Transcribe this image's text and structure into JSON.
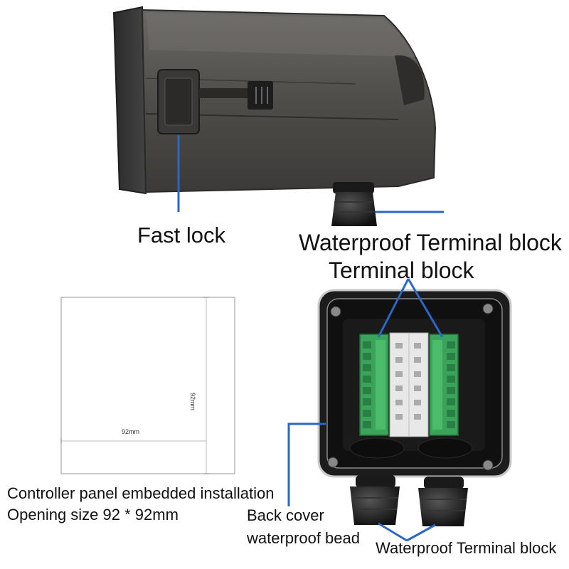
{
  "labels": {
    "fast_lock": "Fast lock",
    "waterproof_terminal_block_top": "Waterproof Terminal block",
    "terminal_block": "Terminal block",
    "controller_line1": "Controller panel embedded installation",
    "controller_line2": "Opening size 92 * 92mm",
    "back_cover_line1": "Back cover",
    "back_cover_line2": "waterproof bead",
    "waterproof_terminal_block_bottom": "Waterproof Terminal block"
  },
  "dimensions": {
    "width": "92mm",
    "height": "92mm"
  },
  "colors": {
    "housing": "#4a4846",
    "callout_line": "#2b66c9",
    "terminal_green": "#3aa55a",
    "box_dark": "#1c1c1c"
  }
}
